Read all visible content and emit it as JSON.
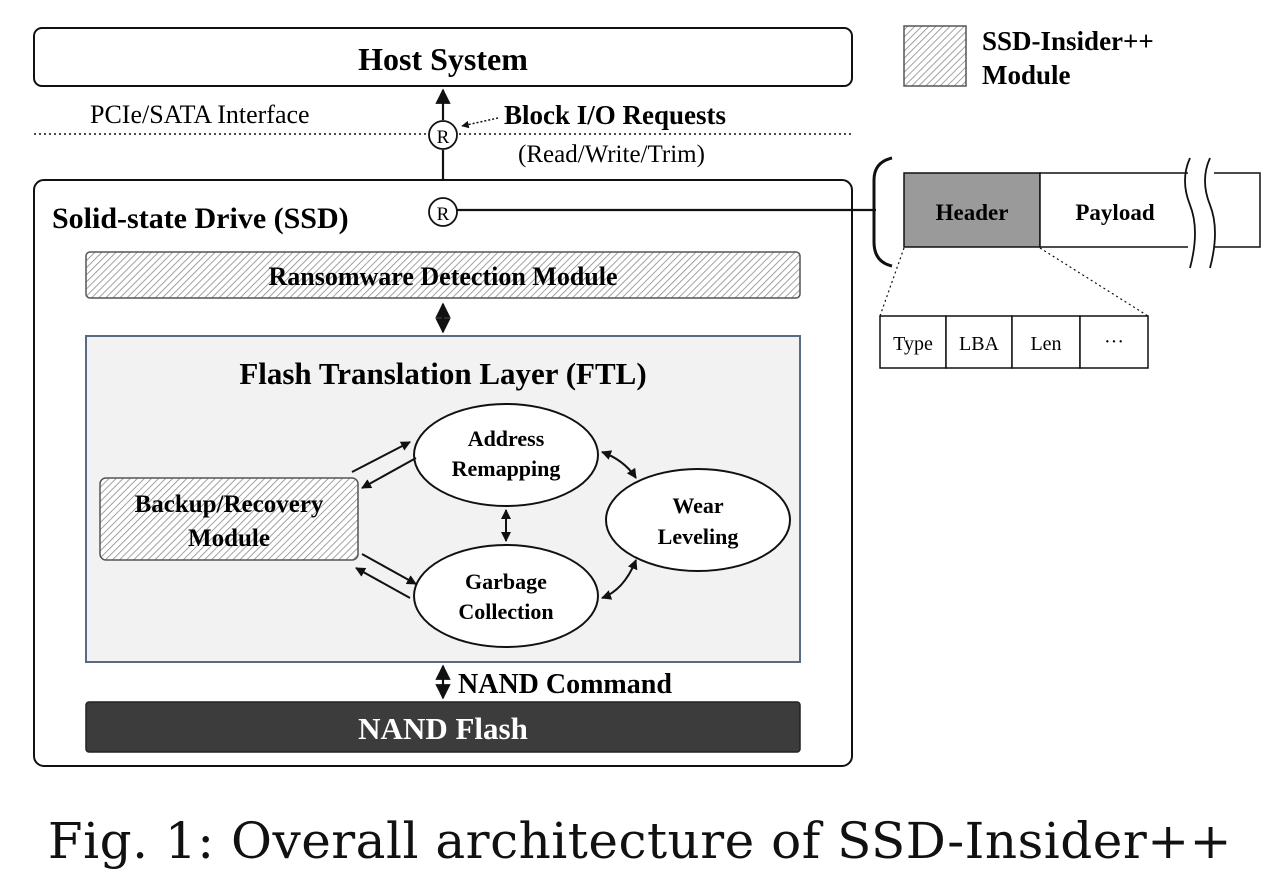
{
  "host": {
    "title": "Host System"
  },
  "interface": {
    "label": "PCIe/SATA Interface",
    "requests_label": "Block I/O Requests",
    "requests_sub": "(Read/Write/Trim)",
    "r_marker": "R"
  },
  "legend": {
    "line1": "SSD-Insider++",
    "line2": "Module"
  },
  "ssd": {
    "title": "Solid-state Drive (SSD)",
    "ransomware_module": "Ransomware Detection Module",
    "ftl": {
      "title": "Flash Translation Layer (FTL)",
      "backup_line1": "Backup/Recovery",
      "backup_line2": "Module",
      "address_line1": "Address",
      "address_line2": "Remapping",
      "wear_line1": "Wear",
      "wear_line2": "Leveling",
      "gc_line1": "Garbage",
      "gc_line2": "Collection"
    },
    "nand_command": "NAND Command",
    "nand_flash": "NAND Flash"
  },
  "packet": {
    "header": "Header",
    "payload": "Payload",
    "fields": [
      "Type",
      "LBA",
      "Len",
      "···"
    ]
  },
  "colors": {
    "hatch": "#888888",
    "header_fill": "#9a9a9a",
    "ftl_fill": "#f2f2f2",
    "ftl_border": "#5a6a80",
    "nand_fill": "#3c3c3c"
  },
  "caption": "Fig. 1: Overall architecture of SSD-Insider++"
}
